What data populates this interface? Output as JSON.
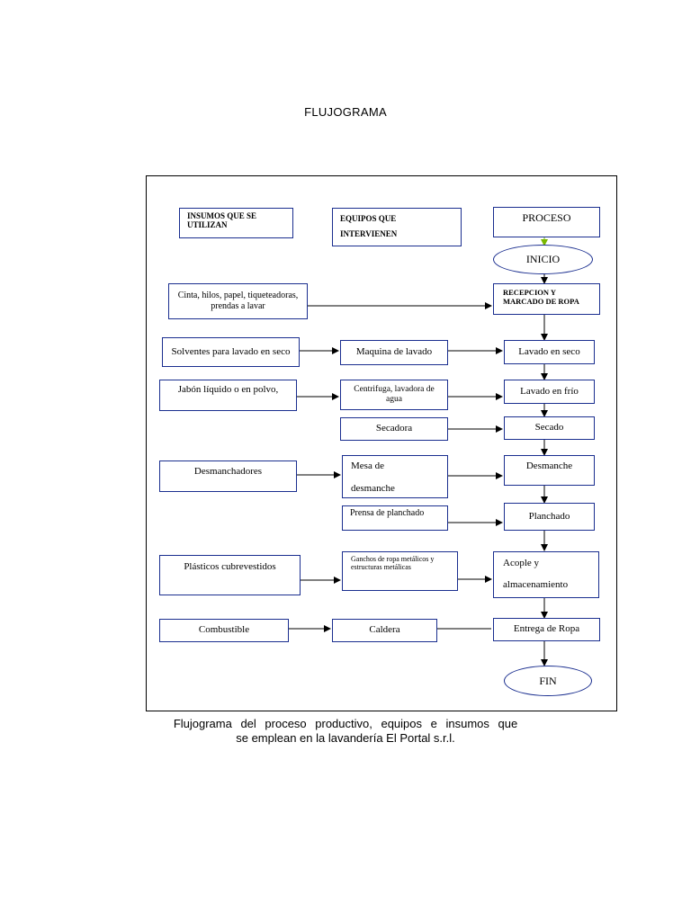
{
  "page_title": "FLUJOGRAMA",
  "headers": {
    "insumos": "INSUMOS QUE SE UTILIZAN",
    "equipos": "EQUIPOS QUE INTERVIENEN",
    "proceso": "PROCESO"
  },
  "process": {
    "inicio": "INICIO",
    "recepcion": "RECEPCION Y MARCADO DE ROPA",
    "lavado_seco": "Lavado en seco",
    "lavado_frio": "Lavado en frío",
    "secado": "Secado",
    "desmanche": "Desmanche",
    "planchado": "Planchado",
    "acople_line1": "Acople y",
    "acople_line2": "almacenamiento",
    "entrega": "Entrega de Ropa",
    "fin": "FIN"
  },
  "equipment": {
    "maquina": "Maquina de lavado",
    "centrifuga": "Centrifuga, lavadora de agua",
    "secadora": "Secadora",
    "mesa_line1": "Mesa de",
    "mesa_line2": "desmanche",
    "prensa": "Prensa de planchado",
    "ganchos": "Ganchos de ropa metálicos y estructuras metálicas",
    "caldera": "Caldera"
  },
  "inputs": {
    "cinta": "Cinta, hilos, papel, tiqueteadoras, prendas a lavar",
    "solventes": "Solventes para lavado en seco",
    "jabon": "Jabón líquido o en polvo,",
    "desmanchadores": "Desmanchadores",
    "plasticos": "Plásticos cubrevestidos",
    "combustible": "Combustible"
  },
  "caption": {
    "line1": "Flujograma del proceso productivo, equipos e insumos que",
    "line2": "se emplean en la lavandería El Portal s.r.l."
  },
  "colors": {
    "box_border": "#1a2e8f",
    "green_arrow": "#7ab800"
  }
}
